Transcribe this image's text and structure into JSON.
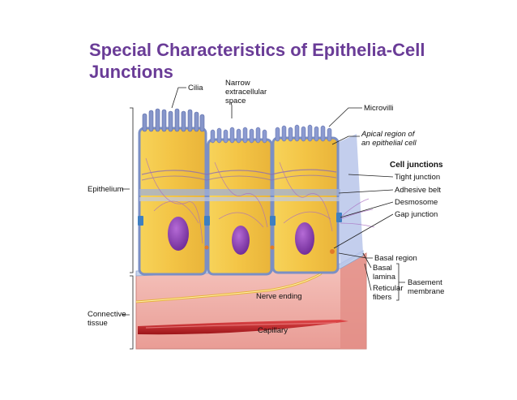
{
  "slide": {
    "title_line1": "Special Characteristics of Epithelia-Cell",
    "title_line2": "Junctions"
  },
  "labels": {
    "cilia": "Cilia",
    "narrow_space": [
      "Narrow",
      "extracellular",
      "space"
    ],
    "microvilli": "Microvilli",
    "apical_region": [
      "Apical region of",
      "an epithelial cell"
    ],
    "cell_junctions_heading": "Cell junctions",
    "tight_junction": "Tight junction",
    "adhesive_belt": "Adhesive belt",
    "desmosome": "Desmosome",
    "gap_junction": "Gap junction",
    "epithelium": "Epithelium",
    "basal_region": "Basal region",
    "basal_lamina": [
      "Basal",
      "lamina"
    ],
    "reticular_fibers": [
      "Reticular",
      "fibers"
    ],
    "basement_membrane": [
      "Basement",
      "membrane"
    ],
    "nerve_ending": "Nerve ending",
    "connective_tissue": [
      "Connective",
      "tissue"
    ],
    "capillary": "Capillary"
  },
  "colors": {
    "title": "#6a3c97",
    "cell_cytoplasm": "#f2c84b",
    "cell_membrane": "#7b8fc4",
    "nucleus": "#8a3fb0",
    "connective_tissue": "#f3b9b2",
    "capillary": "#c9262a",
    "nerve": "#e7b23a",
    "basement_membrane": "#c7d5ec"
  }
}
